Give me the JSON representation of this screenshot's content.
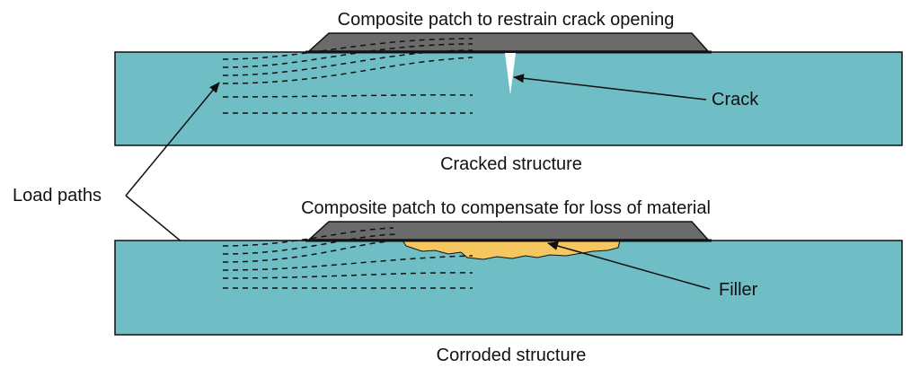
{
  "labels": {
    "top_patch": "Composite patch to restrain crack opening",
    "crack": "Crack",
    "top_structure": "Cracked structure",
    "load_paths": "Load paths",
    "bottom_patch": "Composite patch to compensate for loss of material",
    "filler": "Filler",
    "bottom_structure": "Corroded structure"
  },
  "colors": {
    "structure": "#70bec5",
    "patch": "#6b6b6b",
    "filler": "#f6c761",
    "line": "#111111"
  }
}
